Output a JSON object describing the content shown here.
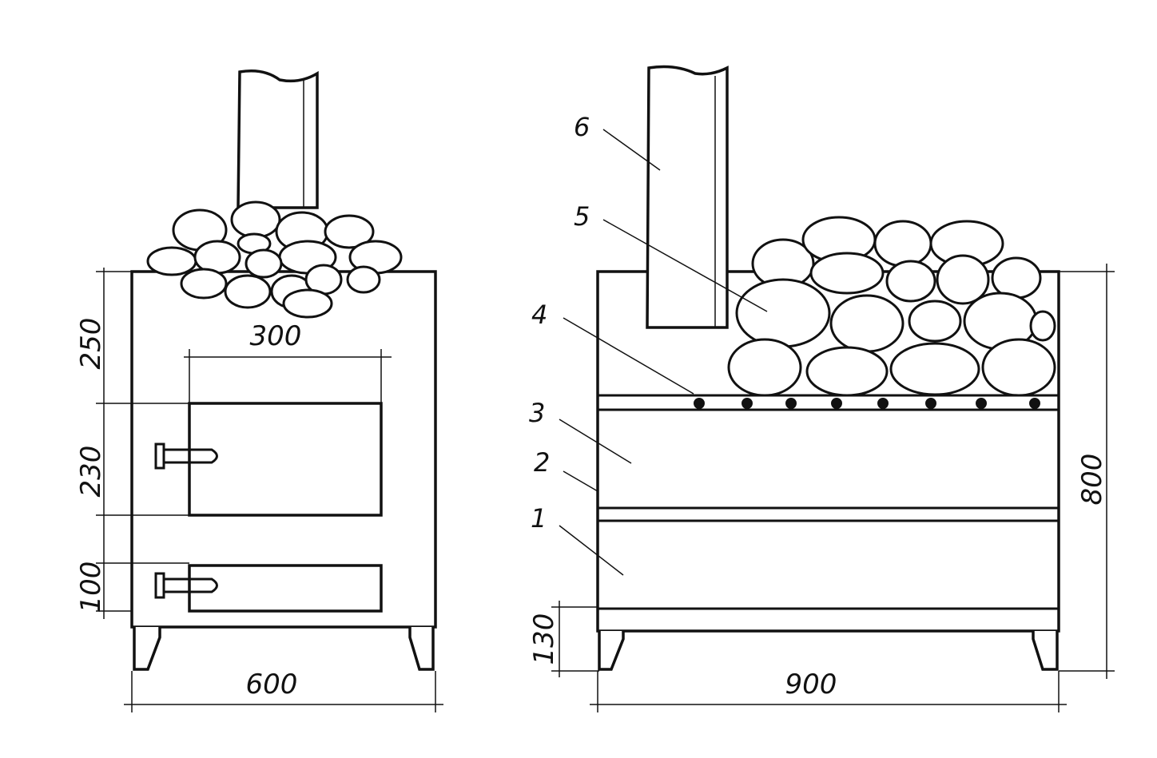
{
  "title": "Sauna stove drawing: front and side views",
  "front_view": {
    "dimensions": {
      "top_section": "250",
      "door_height": "230",
      "ash_door_height": "100",
      "door_width": "300",
      "width": "600"
    }
  },
  "side_view": {
    "dimensions": {
      "leg_height": "130",
      "total_height": "800",
      "length": "900"
    },
    "callouts": [
      "1",
      "2",
      "3",
      "4",
      "5",
      "6"
    ]
  }
}
